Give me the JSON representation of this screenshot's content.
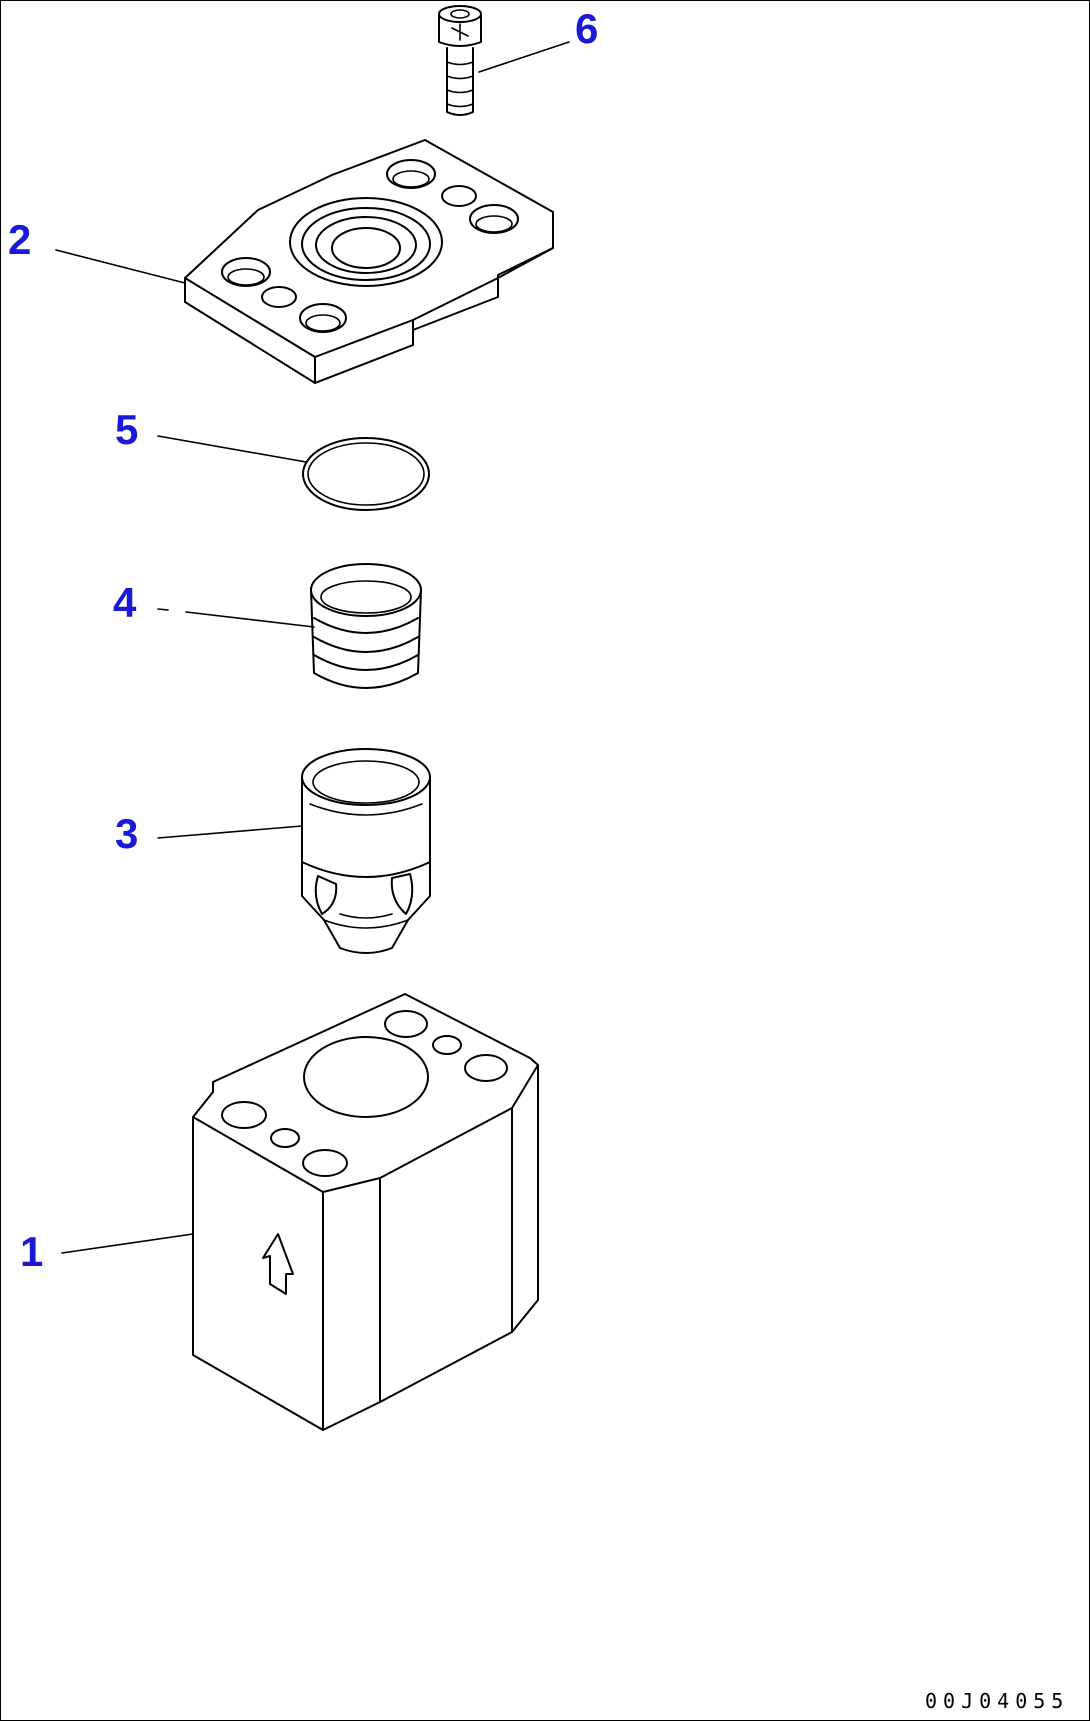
{
  "callouts": [
    {
      "id": "1",
      "label": "1"
    },
    {
      "id": "2",
      "label": "2"
    },
    {
      "id": "3",
      "label": "3"
    },
    {
      "id": "4",
      "label": "4"
    },
    {
      "id": "5",
      "label": "5"
    },
    {
      "id": "6",
      "label": "6"
    }
  ],
  "document_id": "00J04055",
  "colors": {
    "callout": "#1a1ad6",
    "line": "#000000",
    "background": "#ffffff"
  }
}
